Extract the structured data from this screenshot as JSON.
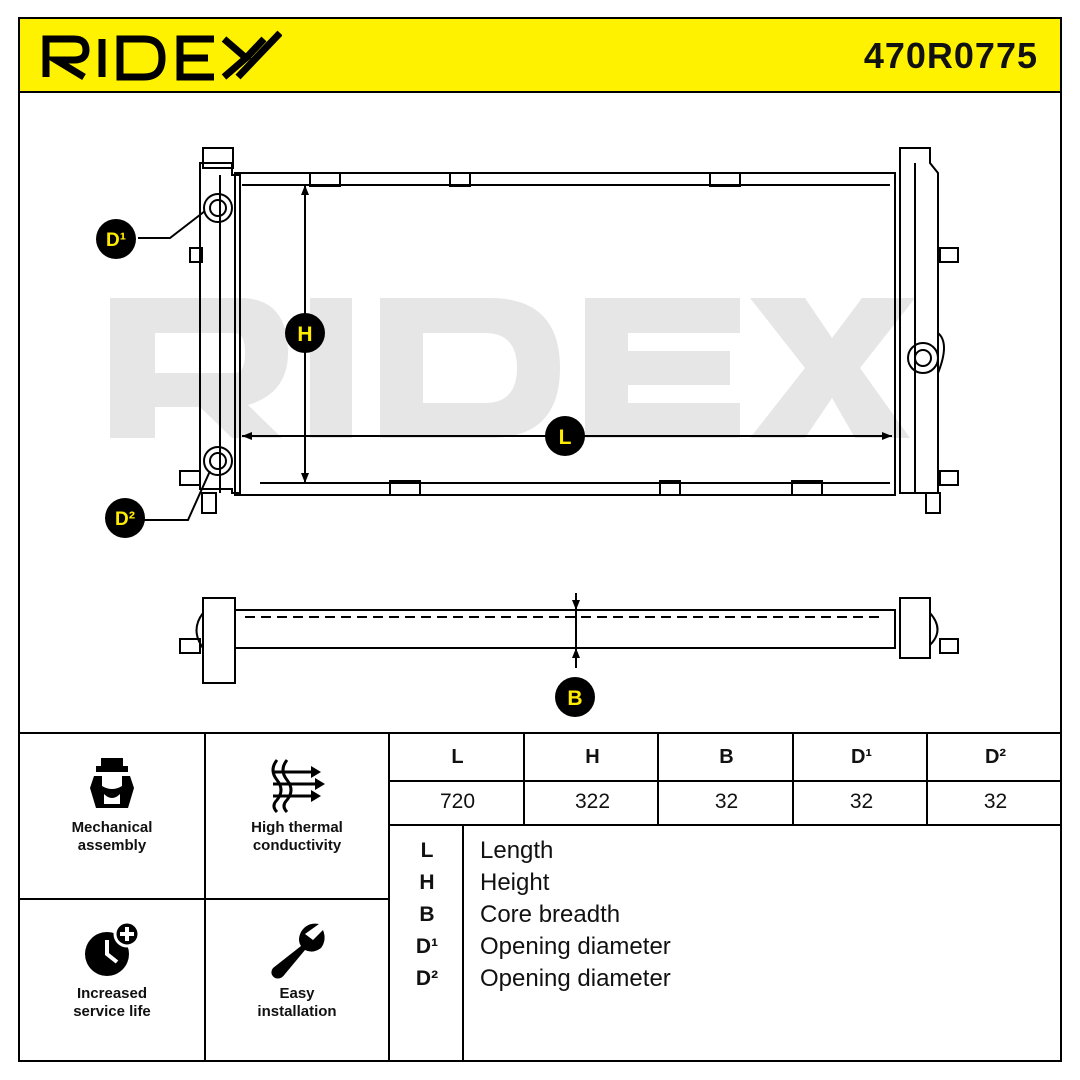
{
  "header": {
    "brand": "RIDEX",
    "part_number": "470R0775"
  },
  "drawing": {
    "watermark": "RIDEX",
    "labels": {
      "d1": "D¹",
      "d2": "D²",
      "h": "H",
      "l": "L",
      "b": "B"
    }
  },
  "features": [
    {
      "icon": "wrench-hand-icon",
      "label_line1": "Mechanical",
      "label_line2": "assembly"
    },
    {
      "icon": "heat-waves-icon",
      "label_line1": "High thermal",
      "label_line2": "conductivity"
    },
    {
      "icon": "clock-plus-icon",
      "label_line1": "Increased",
      "label_line2": "service life"
    },
    {
      "icon": "wrench-icon",
      "label_line1": "Easy",
      "label_line2": "installation"
    }
  ],
  "dimensions": {
    "headers": [
      "L",
      "H",
      "B",
      "D¹",
      "D²"
    ],
    "values": [
      "720",
      "322",
      "32",
      "32",
      "32"
    ]
  },
  "legend": [
    {
      "key": "L",
      "text": "Length"
    },
    {
      "key": "H",
      "text": "Height"
    },
    {
      "key": "B",
      "text": "Core breadth"
    },
    {
      "key": "D¹",
      "text": "Opening diameter"
    },
    {
      "key": "D²",
      "text": "Opening diameter"
    }
  ],
  "colors": {
    "accent": "#fff200",
    "badge_text": "#ffec00"
  }
}
